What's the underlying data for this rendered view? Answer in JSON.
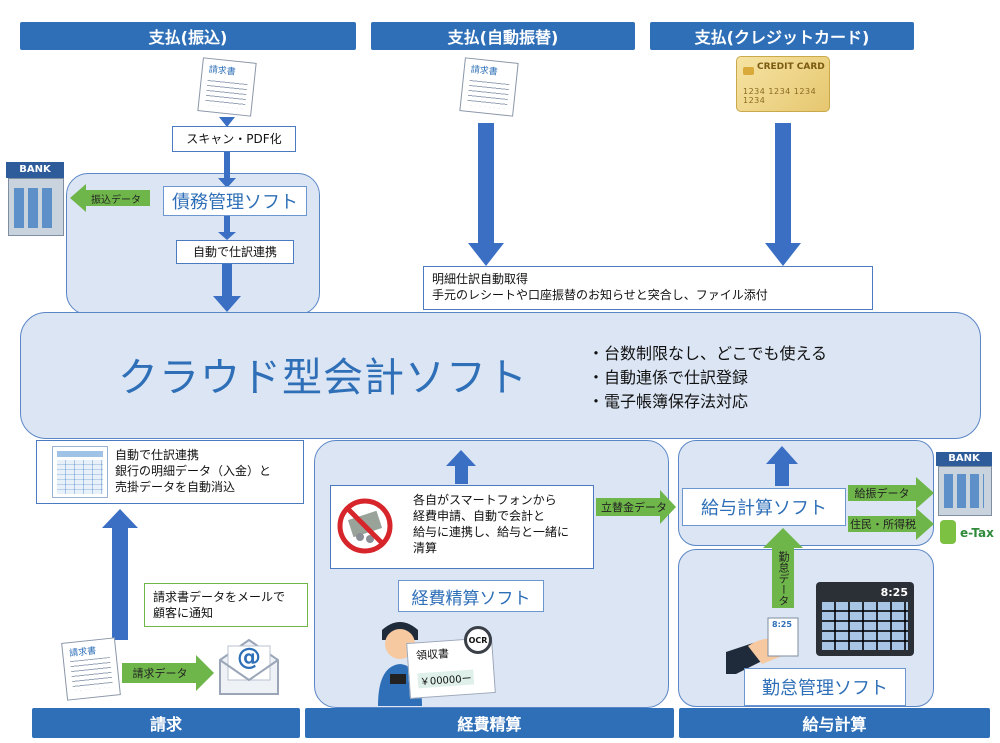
{
  "headers": {
    "furikomi": "支払(振込)",
    "jido_furikae": "支払(自動振替)",
    "credit": "支払(クレジットカード)",
    "seikyu": "請求",
    "keihi": "経費精算",
    "kyuyo": "給与計算"
  },
  "icons": {
    "bank_label_left": "BANK",
    "bank_label_right": "BANK",
    "invoice_title": "請求書",
    "credit_card_text": "CREDIT CARD",
    "credit_card_number": "1234 1234 1234 1234",
    "receipt_title": "領収書",
    "receipt_amount": "￥00000ー",
    "ocr_label": "OCR",
    "clock_time": "8:25",
    "card_time": "8:25",
    "etax_logo": "e-Tax",
    "mail_symbol": "@"
  },
  "labels": {
    "scan_pdf": "スキャン・PDF化",
    "saimu_soft": "債務管理ソフト",
    "furikomi_data": "振込データ",
    "jido_shiwake_left": "自動で仕訳連携",
    "meisai_line1": "明細仕訳自動取得",
    "meisai_line2": "手元のレシートや口座振替のお知らせと突合し、ファイル添付",
    "cloud_title": "クラウド型会計ソフト",
    "features": [
      "・台数制限なし、どこでも使える",
      "・自動連係で仕訳登録",
      "・電子帳簿保存法対応"
    ],
    "seikyu_box_lines": [
      "自動で仕訳連携",
      "銀行の明細データ（入金）と",
      "売掛データを自動消込"
    ],
    "mail_notice_lines": [
      "請求書データをメールで",
      "顧客に通知"
    ],
    "seikyu_data": "請求データ",
    "keihi_desc_lines": [
      "各自がスマートフォンから",
      "経費申請、自動で会計と",
      "給与に連携し、給与と一緒に",
      "清算"
    ],
    "keihi_soft": "経費精算ソフト",
    "tatekae_data": "立替金データ",
    "kyuyo_soft": "給与計算ソフト",
    "kyufuri_data": "給振データ",
    "jumin_tax": "住民・所得税",
    "kintai_data": "勤怠データ",
    "kintai_soft": "勤怠管理ソフト"
  },
  "colors": {
    "header_blue": "#2e6fb7",
    "panel_fill": "#dbe5f4",
    "arrow_blue": "#3a6fc4",
    "arrow_green": "#6fb64a",
    "title_blue": "#2e6fb7"
  }
}
